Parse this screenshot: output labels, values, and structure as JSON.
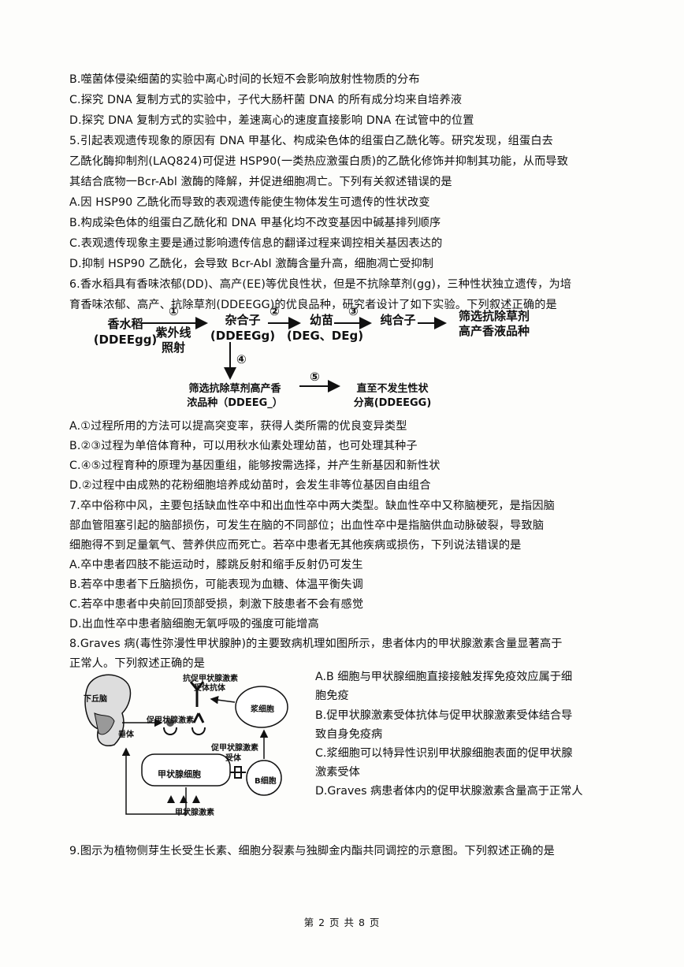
{
  "lines": {
    "l01": "B.噬菌体侵染细菌的实验中离心时间的长短不会影响放射性物质的分布",
    "l02": "C.探究 DNA 复制方式的实验中，子代大肠杆菌 DNA 的所有成分均来自培养液",
    "l03": "D.探究 DNA 复制方式的实验中，差速离心的速度直接影响 DNA 在试管中的位置",
    "l04": "5.引起表观遗传现象的原因有 DNA 甲基化、构成染色体的组蛋白乙酰化等。研究发现，组蛋白去",
    "l05": "乙酰化酶抑制剂(LAQ824)可促进 HSP90(一类热应激蛋白质)的乙酰化修饰并抑制其功能，从而导致",
    "l06": "其结合底物一Bcr-Abl 激酶的降解，并促进细胞凋亡。下列有关叙述错误的是",
    "l07": "A.因 HSP90 乙酰化而导致的表观遗传能使生物体发生可遗传的性状改变",
    "l08": "B.构成染色体的组蛋白乙酰化和 DNA 甲基化均不改变基因中碱基排列顺序",
    "l09": "C.表观遗传现象主要是通过影响遗传信息的翻译过程来调控相关基因表达的",
    "l10": "D.抑制 HSP90 乙酰化，会导致 Bcr-Abl 激酶含量升高，细胞凋亡受抑制",
    "l11": "6.香水稻具有香味浓郁(DD)、高产(EE)等优良性状，但是不抗除草剂(gg)，三种性状独立遗传，为培",
    "l12": "育香味浓郁、高产、抗除草剂(DDEEGG)的优良品种，研究者设计了如下实验。下列叙述正确的是",
    "l13": "A.①过程所用的方法可以提高突变率，获得人类所需的优良变异类型",
    "l14": "B.②③过程为单倍体育种，可以用秋水仙素处理幼苗，也可处理其种子",
    "l15": "C.④⑤过程育种的原理为基因重组，能够按需选择，并产生新基因和新性状",
    "l16": "D.②过程中由成熟的花粉细胞培养成幼苗时，会发生非等位基因自由组合",
    "l17": "7.卒中俗称中风，主要包括缺血性卒中和出血性卒中两大类型。缺血性卒中又称脑梗死，是指因脑",
    "l18": "部血管阻塞引起的脑部损伤，可发生在脑的不同部位；出血性卒中是指脑供血动脉破裂，导致脑",
    "l19": "细胞得不到足量氧气、营养供应而死亡。若卒中患者无其他疾病或损伤，下列说法错误的是",
    "l20": "A.卒中患者四肢不能运动时，膝跳反射和缩手反射仍可发生",
    "l21": "B.若卒中患者下丘脑损伤，可能表现为血糖、体温平衡失调",
    "l22": "C.若卒中患者中央前回顶部受损，刺激下肢患者不会有感觉",
    "l23": "D.出血性卒中患者脑细胞无氧呼吸的强度可能增高",
    "l24": "8.Graves 病(毒性弥漫性甲状腺肿)的主要致病机理如图所示，患者体内的甲状腺激素含量显著高于",
    "l25": "正常人。下列叙述正确的是",
    "l26": "9.图示为植物侧芽生长受生长素、细胞分裂素与独脚金内酯共同调控的示意图。下列叙述正确的是"
  },
  "flow": {
    "start": "香水稻",
    "start_geno": "(DDEEgg)",
    "step1": "①",
    "step1_note_a": "紫外线",
    "step1_note_b": "照射",
    "hybrid": "杂合子",
    "hybrid_geno": "(DDEEGg)",
    "step2": "②",
    "seedling": "幼苗",
    "seedling_geno": "(DEG、DEg)",
    "step3": "③",
    "pure": "纯合子",
    "result_a": "筛选抗除草剂",
    "result_b": "高产香液品种",
    "step4": "④",
    "select_a": "筛选抗除草剂高产香",
    "select_b": "浓品种（DDEEG_）",
    "step5": "⑤",
    "final_a": "直至不发生性状",
    "final_b": "分离(DDEEGG)"
  },
  "q8_options": {
    "a1": "A.B 细胞与甲状腺细胞直接接触发挥免疫效应属于细",
    "a2": "胞免疫",
    "b1": "B.促甲状腺激素受体抗体与促甲状腺激素受体结合导",
    "b2": "致自身免疫病",
    "c1": "C.浆细胞可以特异性识别甲状腺细胞表面的促甲状腺",
    "c2": "激素受体",
    "d1": "D.Graves 病患者体内的促甲状腺激素含量高于正常人"
  },
  "diagram8": {
    "hypothalamus": "下丘脑",
    "pituitary": "垂体",
    "tsh": "促甲状腺激素",
    "antibody": "抗促甲状腺激素受体抗体",
    "antibody_a": "抗促甲状腺激素",
    "antibody_b": "受体抗体",
    "plasma": "浆细胞",
    "receptor_a": "促甲状腺激素",
    "receptor_b": "受体",
    "thyroid": "甲状腺细胞",
    "bcell": "B细胞",
    "hormone": "甲状腺激素"
  },
  "footer": "第 2 页 共 8 页"
}
